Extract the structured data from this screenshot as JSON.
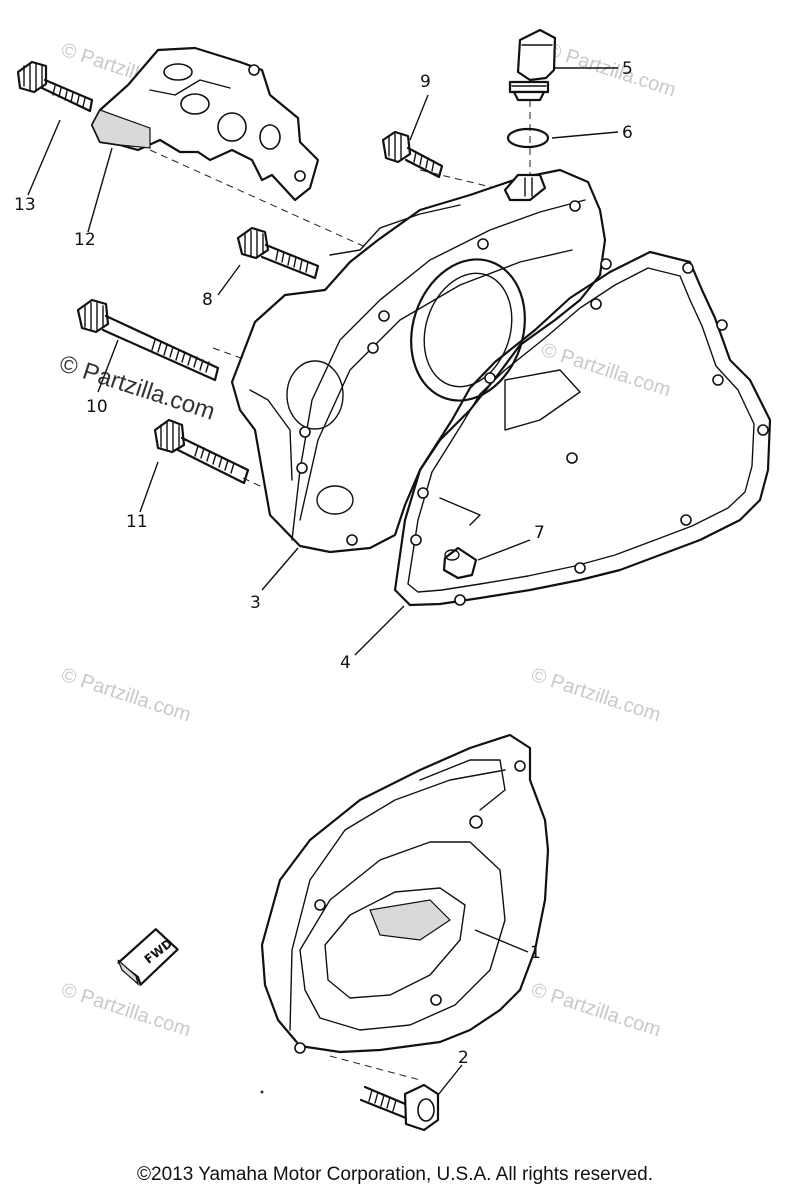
{
  "watermark": {
    "text": "© Partzilla.com",
    "bold_text": "© Partzilla.com"
  },
  "callouts": {
    "c1": "1",
    "c2": "2",
    "c3": "3",
    "c4": "4",
    "c5": "5",
    "c6": "6",
    "c7": "7",
    "c8": "8",
    "c9": "9",
    "c10": "10",
    "c11": "11",
    "c12": "12",
    "c13": "13"
  },
  "fwd_label": "FWD",
  "copyright": "©2013 Yamaha Motor Corporation, U.S.A. All rights reserved."
}
